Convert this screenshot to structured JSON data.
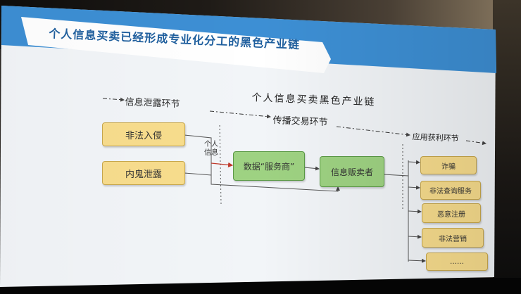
{
  "banner": {
    "title": "个人信息买卖已经形成专业化分工的黑色产业链"
  },
  "diagram": {
    "title": "个人信息买卖黑色产业链",
    "phases": {
      "leak": "信息泄露环节",
      "trade": "传播交易环节",
      "profit": "应用获利环节"
    },
    "sources": [
      "非法入侵",
      "内鬼泄露"
    ],
    "connector_label": "个人信息",
    "middle": [
      "数据“服务商”",
      "信息贩卖者"
    ],
    "outputs": [
      "诈骗",
      "非法查询服务",
      "恶意注册",
      "非法营销",
      "……"
    ]
  },
  "colors": {
    "banner_blue": "#3d8fd4",
    "box_yellow": "#f8dd8d",
    "box_green": "#9ed282"
  }
}
